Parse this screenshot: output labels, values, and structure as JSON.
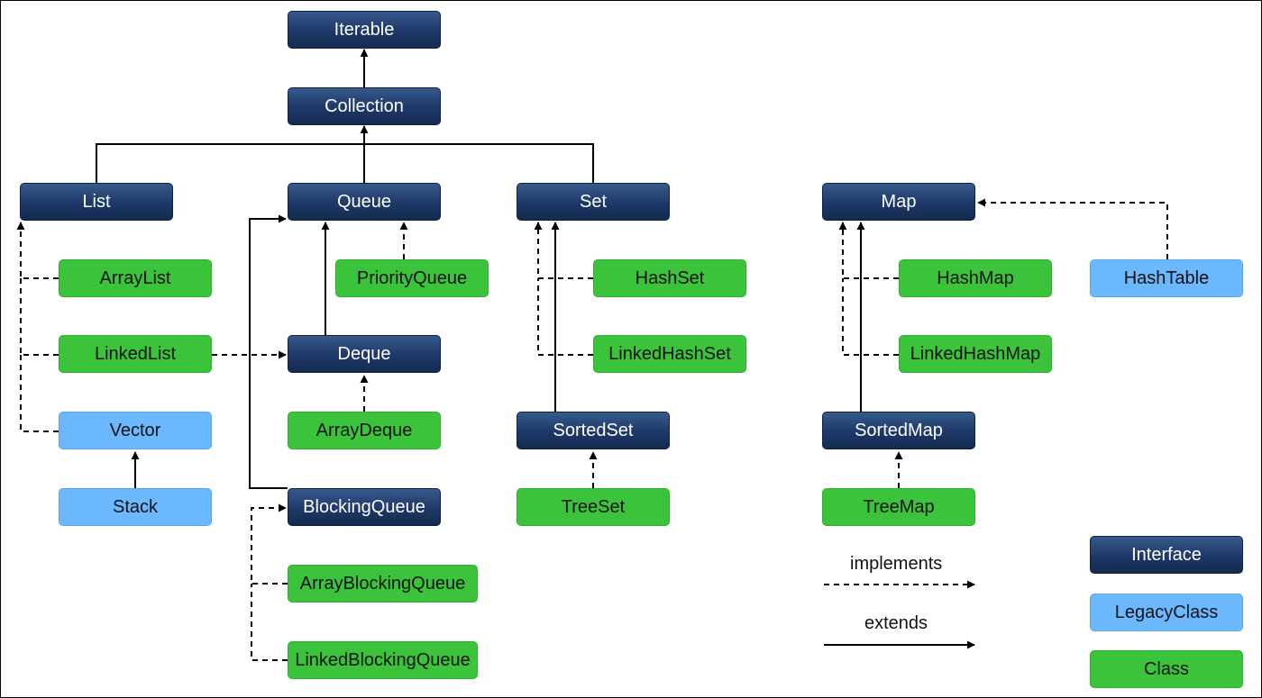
{
  "colors": {
    "interface": "#1e3868",
    "legacy_class": "#6bb8ff",
    "class": "#3bc43b",
    "edge": "#000000"
  },
  "nodes": {
    "iterable": "Iterable",
    "collection": "Collection",
    "list": "List",
    "queue": "Queue",
    "set": "Set",
    "map": "Map",
    "arraylist": "ArrayList",
    "linkedlist": "LinkedList",
    "vector": "Vector",
    "stack": "Stack",
    "priorityqueue": "PriorityQueue",
    "deque": "Deque",
    "arraydeque": "ArrayDeque",
    "blockingqueue": "BlockingQueue",
    "arrayblockingqueue": "ArrayBlockingQueue",
    "linkedblockingqueue": "LinkedBlockingQueue",
    "hashset": "HashSet",
    "linkedhashset": "LinkedHashSet",
    "sortedset": "SortedSet",
    "treeset": "TreeSet",
    "hashmap": "HashMap",
    "linkedhashmap": "LinkedHashMap",
    "sortedmap": "SortedMap",
    "treemap": "TreeMap",
    "hashtable": "HashTable"
  },
  "legend": {
    "implements": "implements",
    "extends": "extends",
    "interface": "Interface",
    "legacy_class": "LegacyClass",
    "class": "Class"
  }
}
